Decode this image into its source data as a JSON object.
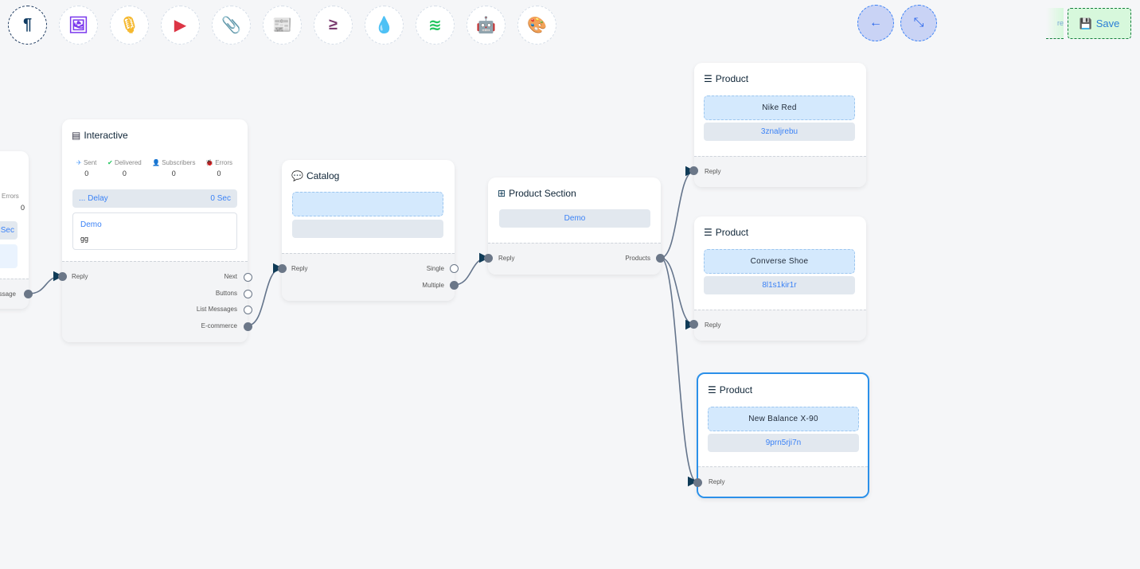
{
  "toolbar": {
    "tools": [
      {
        "icon": "paragraph-icon",
        "glyph": "¶",
        "color": "#0f3b62"
      },
      {
        "icon": "image-icon",
        "glyph": "🖼",
        "color": "#7c3aed"
      },
      {
        "icon": "microphone-icon",
        "glyph": "🎙",
        "color": "#f5b82e"
      },
      {
        "icon": "youtube-icon",
        "glyph": "▶",
        "color": "#dc3545"
      },
      {
        "icon": "paperclip-icon",
        "glyph": "📎",
        "color": "#16a34a"
      },
      {
        "icon": "newspaper-icon",
        "glyph": "📰",
        "color": "#f87171"
      },
      {
        "icon": "greater-equal-icon",
        "glyph": "≥",
        "color": "#7a3b6f"
      },
      {
        "icon": "drop-icon",
        "glyph": "💧",
        "color": "#c8102e"
      },
      {
        "icon": "stack-icon",
        "glyph": "≋",
        "color": "#22c55e"
      },
      {
        "icon": "robot-icon",
        "glyph": "🤖",
        "color": "#1d20e6"
      },
      {
        "icon": "palette-icon",
        "glyph": "🎨",
        "color": "#22c55e"
      }
    ],
    "back_icon": "←",
    "collapse_icon": "⤡",
    "save_label": "Save",
    "ghost_label": "re"
  },
  "partial_node": {
    "errors_label": "Errors",
    "errors_value": "0",
    "delay_value": "Sec",
    "output_label": "Message"
  },
  "interactive": {
    "title": "Interactive",
    "stats": [
      {
        "label": "Sent",
        "value": "0",
        "color": "#60a5fa",
        "glyph": "✈"
      },
      {
        "label": "Delivered",
        "value": "0",
        "color": "#22c55e",
        "glyph": "✔"
      },
      {
        "label": "Subscribers",
        "value": "0",
        "color": "#3b82f6",
        "glyph": "👤"
      },
      {
        "label": "Errors",
        "value": "0",
        "color": "#ef4444",
        "glyph": "🐞"
      }
    ],
    "delay_label": "... Delay",
    "delay_value": "0 Sec",
    "message_title": "Demo",
    "message_body": "gg",
    "input": "Reply",
    "outputs": [
      "Next",
      "Buttons",
      "List Messages",
      "E-commerce"
    ]
  },
  "catalog": {
    "title": "Catalog",
    "input": "Reply",
    "outputs": [
      "Single",
      "Multiple"
    ]
  },
  "product_section": {
    "title": "Product Section",
    "value": "Demo",
    "input": "Reply",
    "output": "Products"
  },
  "products": [
    {
      "title": "Product",
      "name": "Nike Red",
      "id": "3znaljrebu",
      "input": "Reply"
    },
    {
      "title": "Product",
      "name": "Converse Shoe",
      "id": "8l1s1kir1r",
      "input": "Reply"
    },
    {
      "title": "Product",
      "name": "New Balance X-90",
      "id": "9prn5rji7n",
      "input": "Reply",
      "selected": true
    }
  ],
  "colors": {
    "accent": "#2b90e9",
    "edge": "#64748b",
    "arrow": "#0f3b57"
  }
}
